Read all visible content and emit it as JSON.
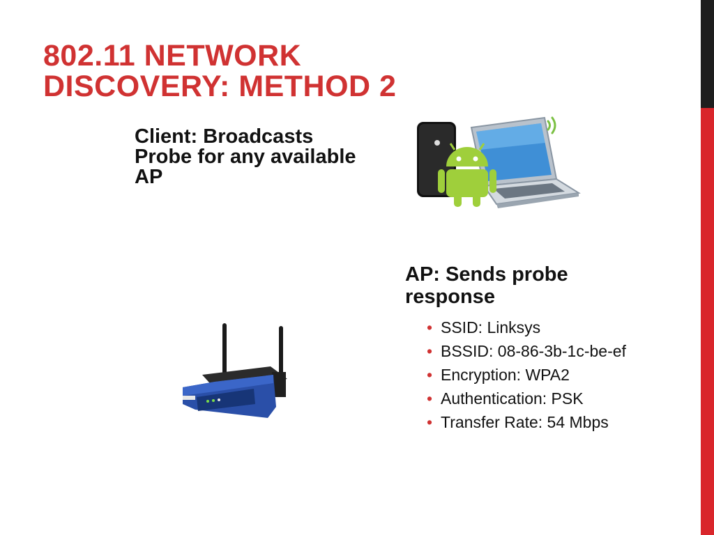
{
  "slide": {
    "title_line1": "802.11 NETWORK",
    "title_line2": "DISCOVERY: METHOD 2",
    "client_text": "Client: Broadcasts Probe for any available AP",
    "ap_heading": "AP: Sends probe response",
    "bullets": [
      "SSID: Linksys",
      "BSSID: 08-86-3b-1c-be-ef",
      "Encryption: WPA2",
      "Authentication: PSK",
      "Transfer Rate: 54 Mbps"
    ]
  },
  "colors": {
    "accent": "#d03232",
    "edge_red": "#d9262b",
    "edge_dark": "#1e1e1e",
    "android_green": "#9fcf3b",
    "router_blue": "#2a4fa8"
  },
  "icons": [
    "iphone-icon",
    "android-icon",
    "laptop-icon",
    "wifi-signal-icon",
    "wireless-router-icon"
  ]
}
